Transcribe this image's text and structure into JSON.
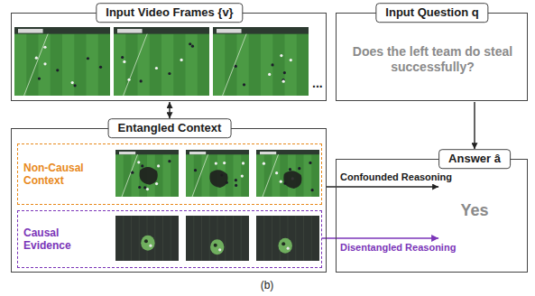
{
  "diagram": {
    "caption": "(b)",
    "nodes": [
      {
        "text": [
          "Input Video Frames {v}"
        ]
      },
      {
        "text": [
          "Input Question q",
          "Does the left team do steal successfully?"
        ]
      },
      {
        "text": [
          "Entangled Context"
        ]
      },
      {
        "text": [
          "Non-Causal Context"
        ],
        "in": 2
      },
      {
        "text": [
          "Causal Evidence"
        ],
        "in": 2
      },
      {
        "text": [
          "Answer â",
          "Yes"
        ]
      }
    ],
    "edges": [
      {
        "from": 0,
        "to": 2,
        "arrow": "both"
      },
      {
        "from": 2,
        "to": 5,
        "label": "Confounded Reasoning",
        "arrow": "to"
      },
      {
        "from": 1,
        "to": 5,
        "arrow": "to"
      },
      {
        "from": 4,
        "to": 5,
        "label": "Disentangled Reasoning",
        "arrow": "to"
      }
    ],
    "labels": [
      "..."
    ]
  }
}
